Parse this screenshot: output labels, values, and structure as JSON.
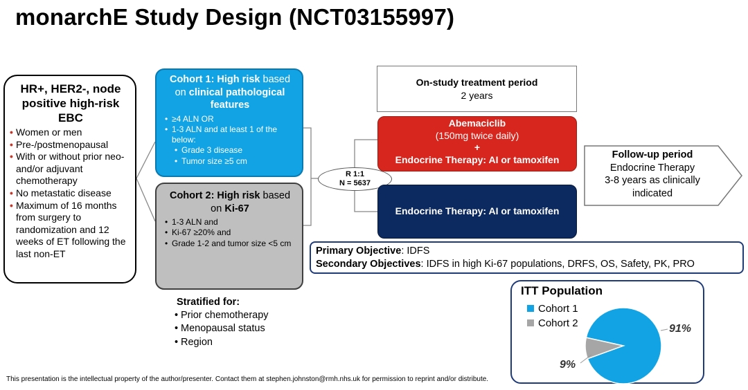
{
  "title": "monarchE Study Design (NCT03155997)",
  "population": {
    "title": "HR+, HER2-, node positive high-risk EBC",
    "criteria": [
      "Women or men",
      "Pre-/postmenopausal",
      "With or without prior neo- and/or adjuvant chemotherapy",
      "No metastatic disease",
      "Maximum of 16 months from surgery to randomization and 12 weeks of ET following the last non-ET"
    ]
  },
  "cohort1": {
    "title_bold_1": "Cohort 1: High risk",
    "title_normal_1": " based on ",
    "title_bold_2": "clinical pathological features",
    "items": [
      "≥4 ALN OR",
      "1-3 ALN and at least 1 of the below:"
    ],
    "subitems": [
      "Grade 3 disease",
      "Tumor size ≥5 cm"
    ]
  },
  "cohort2": {
    "title_bold_1": "Cohort 2: High risk",
    "title_normal_1": " based on ",
    "title_bold_2": "Ki-67",
    "items": [
      "1-3 ALN and",
      "Ki-67 ≥20% and",
      "Grade 1-2 and tumor size  <5 cm"
    ]
  },
  "randomization": {
    "ratio": "R 1:1",
    "n": "N = 5637"
  },
  "treatment_period": {
    "title": "On-study treatment period",
    "duration": "2 years"
  },
  "arm1": {
    "drug": "Abemaciclib",
    "dose": "(150mg twice daily)",
    "plus": "+",
    "therapy": "Endocrine Therapy: AI or tamoxifen"
  },
  "arm2": {
    "therapy": "Endocrine Therapy: AI or tamoxifen"
  },
  "followup": {
    "title": "Follow-up period",
    "line1": "Endocrine Therapy",
    "line2": "3-8 years as clinically indicated"
  },
  "objectives": {
    "primary_label": "Primary Objective",
    "primary_value": ": IDFS",
    "secondary_label": "Secondary Objectives",
    "secondary_value": ": IDFS in high Ki-67 populations, DRFS, OS, Safety, PK, PRO"
  },
  "stratification": {
    "title": "Stratified for:",
    "items": [
      "Prior chemotherapy",
      "Menopausal status",
      "Region"
    ]
  },
  "itt": {
    "title": "ITT Population",
    "legend": [
      "Cohort 1",
      "Cohort 2"
    ],
    "labels": [
      "91%",
      "9%"
    ],
    "colors": {
      "cohort1": "#11a3e4",
      "cohort2": "#a6a6a6"
    }
  },
  "chart_data": {
    "type": "pie",
    "title": "ITT Population",
    "categories": [
      "Cohort 1",
      "Cohort 2"
    ],
    "values": [
      91,
      9
    ],
    "legend_position": "top-left"
  },
  "footer": "This presentation is the intellectual property of the author/presenter. Contact them at stephen.johnston@rmh.nhs.uk for permission to reprint and/or distribute."
}
